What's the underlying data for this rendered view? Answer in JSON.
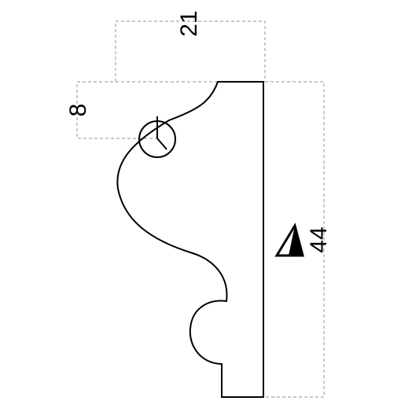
{
  "diagram": {
    "dimensions": {
      "width_top": "21",
      "height_left": "8",
      "height_right": "44"
    },
    "icons": {
      "orientation_mark": "triangle-orientation-icon"
    },
    "colors": {
      "outline": "#000000",
      "dimension_lines": "#a8a8a8",
      "background": "#ffffff"
    }
  }
}
